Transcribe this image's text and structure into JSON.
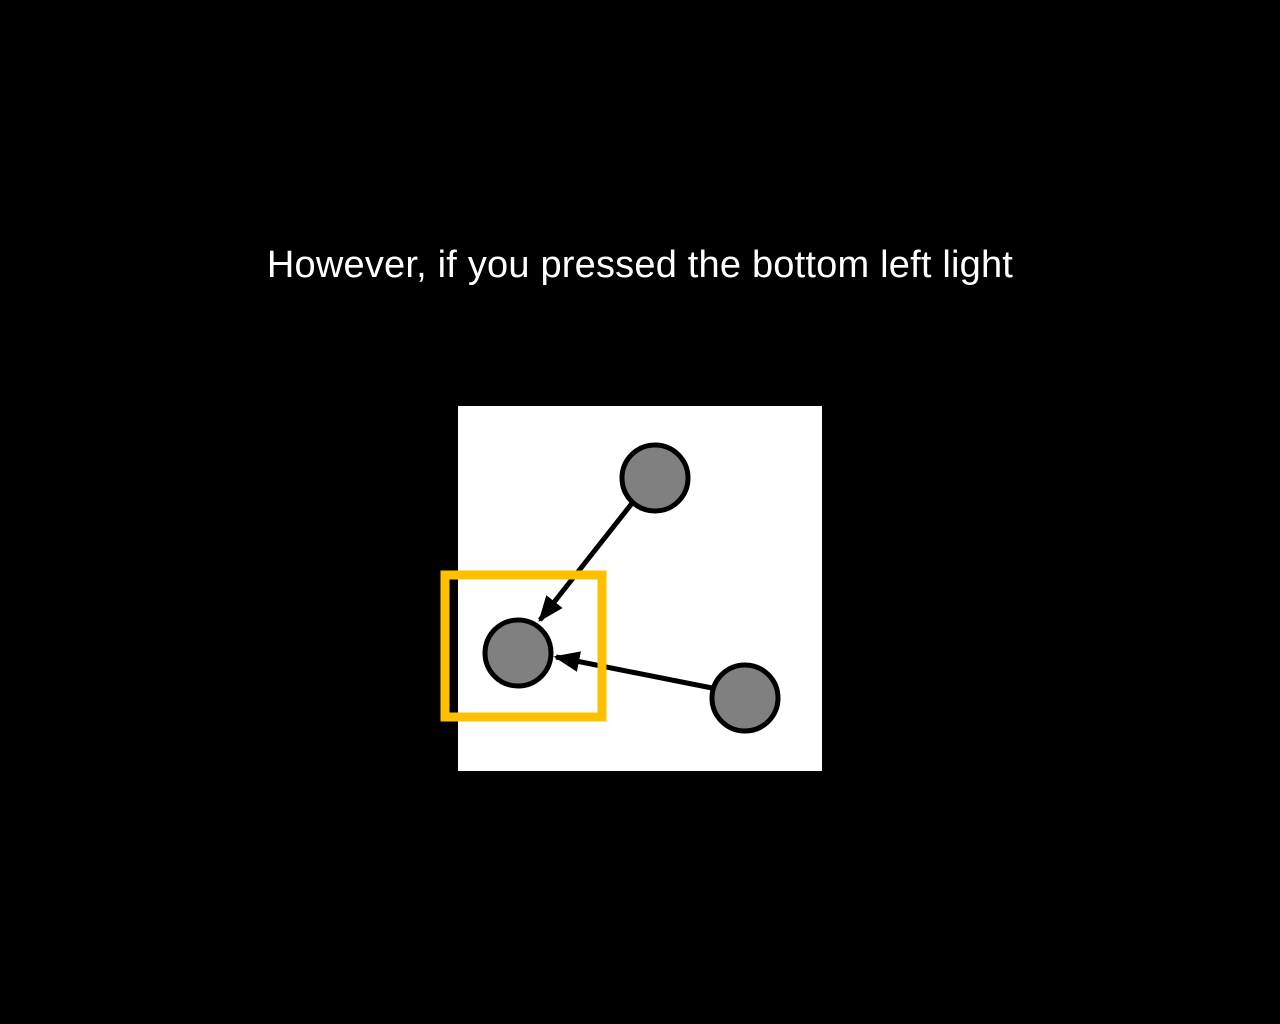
{
  "slide": {
    "caption": "However, if you pressed the bottom left light"
  },
  "colors": {
    "background": "#000000",
    "panel": "#ffffff",
    "light_fill": "#808080",
    "outline": "#000000",
    "highlight": "#ffc000",
    "text": "#ffffff"
  },
  "diagram": {
    "lights": [
      {
        "id": "top-light"
      },
      {
        "id": "bottom-left-light",
        "highlighted": true
      },
      {
        "id": "bottom-right-light"
      }
    ],
    "arrows": [
      {
        "from": "top-light",
        "to": "bottom-left-light"
      },
      {
        "from": "bottom-right-light",
        "to": "bottom-left-light"
      }
    ]
  }
}
